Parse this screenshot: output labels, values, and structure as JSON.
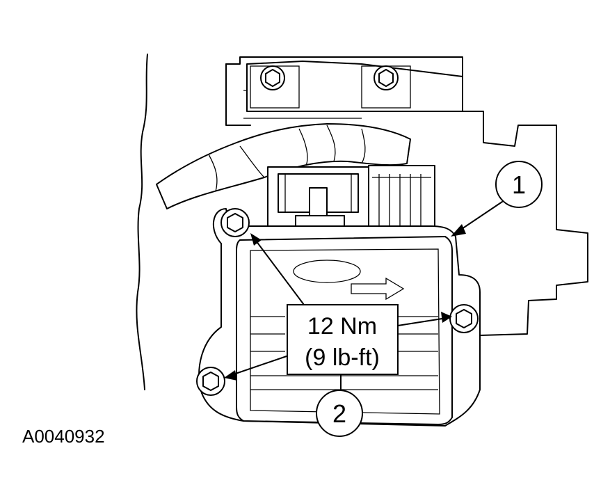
{
  "callouts": {
    "item1": "1",
    "item2": "2"
  },
  "torque": {
    "metric": "12 Nm",
    "imperial": "(9 lb-ft)"
  },
  "figure_id": "A0040932"
}
